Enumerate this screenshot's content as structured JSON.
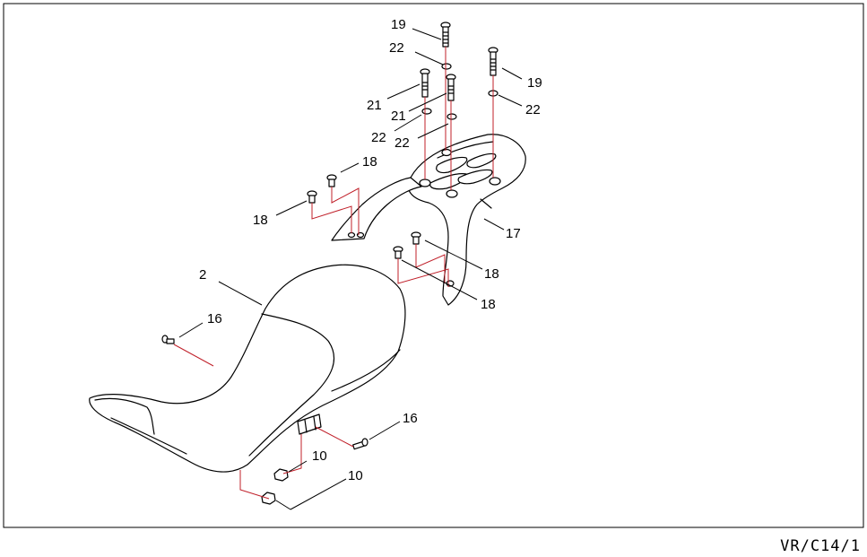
{
  "diagram": {
    "reference_code": "VR/C14/1",
    "callouts": {
      "c2": "2",
      "c10a": "10",
      "c10b": "10",
      "c16a": "16",
      "c16b": "16",
      "c17": "17",
      "c18a": "18",
      "c18b": "18",
      "c18c": "18",
      "c18d": "18",
      "c19a": "19",
      "c19b": "19",
      "c21a": "21",
      "c21b": "21",
      "c22a": "22",
      "c22b": "22",
      "c22c": "22",
      "c22d": "22"
    },
    "colors": {
      "line": "#000000",
      "assembly_line": "#c0202a",
      "background": "#ffffff"
    }
  }
}
